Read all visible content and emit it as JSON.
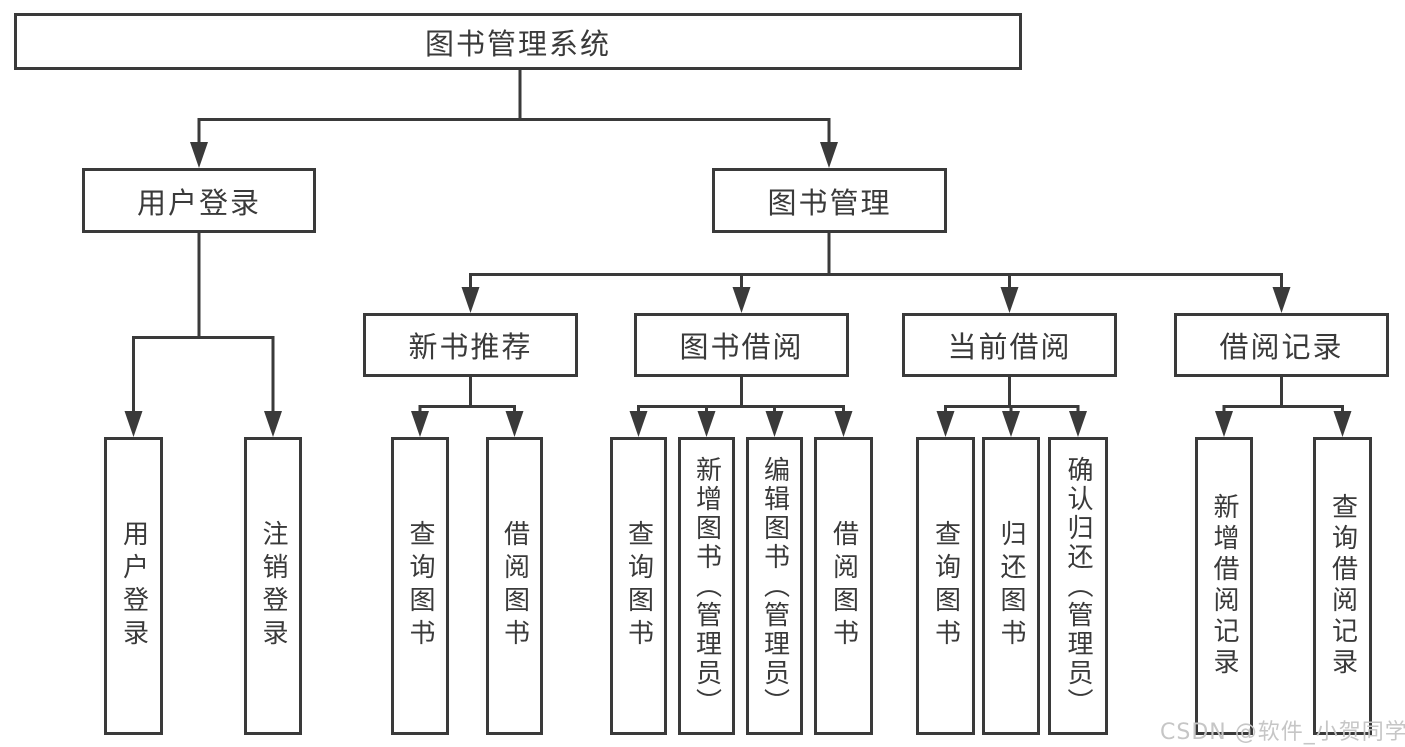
{
  "diagram": {
    "type": "hierarchy-tree",
    "watermark": "CSDN @软件_小贺同学",
    "colors": {
      "line": "#3a3a3a",
      "box_border": "#3a3a3a",
      "box_fill": "#ffffff",
      "text": "#3a3a3a",
      "watermark": "#c6c6c6",
      "background": "#ffffff"
    },
    "root": {
      "label": "图书管理系统",
      "children": [
        {
          "label": "用户登录",
          "children": [
            {
              "label": "用户登录"
            },
            {
              "label": "注销登录"
            }
          ]
        },
        {
          "label": "图书管理",
          "children": [
            {
              "label": "新书推荐",
              "children": [
                {
                  "label": "查询图书"
                },
                {
                  "label": "借阅图书"
                }
              ]
            },
            {
              "label": "图书借阅",
              "children": [
                {
                  "label": "查询图书"
                },
                {
                  "label": "新增图书（管理员）"
                },
                {
                  "label": "编辑图书（管理员）"
                },
                {
                  "label": "借阅图书"
                }
              ]
            },
            {
              "label": "当前借阅",
              "children": [
                {
                  "label": "查询图书"
                },
                {
                  "label": "归还图书"
                },
                {
                  "label": "确认归还（管理员）"
                }
              ]
            },
            {
              "label": "借阅记录",
              "children": [
                {
                  "label": "新增借阅记录"
                },
                {
                  "label": "查询借阅记录"
                }
              ]
            }
          ]
        }
      ]
    }
  }
}
